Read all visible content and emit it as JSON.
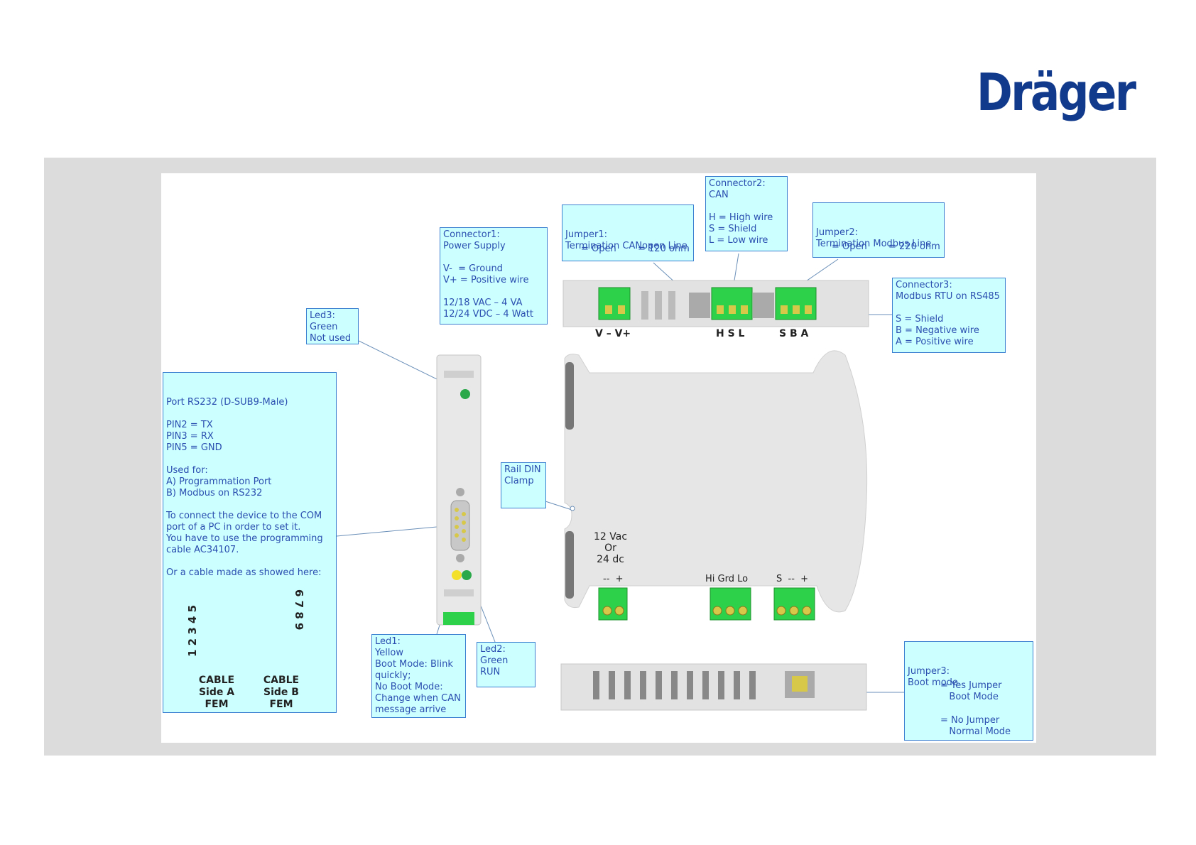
{
  "logo": "Dräger",
  "connector1": "Connector1:\nPower Supply\n\nV-  = Ground\nV+ = Positive wire\n\n12/18 VAC – 4 VA\n12/24 VDC – 4 Watt",
  "jumper1": {
    "title": "Jumper1:\nTermination CANopen Line",
    "open": "= Open",
    "ohm": "= 120 ohm"
  },
  "connector2": "Connector2:\nCAN\n\nH = High wire\nS = Shield\nL = Low wire",
  "jumper2": {
    "title": "Jumper2:\nTermination Modbus Line",
    "open": "= Open",
    "ohm": "= 220 ohm"
  },
  "connector3": "Connector3:\nModbus RTU on RS485\n\nS = Shield\nB = Negative wire\nA = Positive wire",
  "led3": "Led3:\nGreen\nNot used",
  "rs232": "Port RS232 (D-SUB9-Male)\n\nPIN2 = TX\nPIN3 = RX\nPIN5 = GND\n\nUsed for:\nA) Programmation Port\nB) Modbus on RS232\n\nTo connect the device to the COM\nport of a PC in order to set it.\nYou have to use the programming\ncable AC34107.\n\nOr a cable made as showed here:",
  "rail": "Rail DIN\nClamp",
  "led1": "Led1:\nYellow\nBoot Mode: Blink\nquickly;\nNo Boot Mode:\nChange when CAN\nmessage arrive",
  "led2": "Led2:\nGreen\nRUN",
  "jumper3": {
    "title": "Jumper3:\nBoot mode",
    "yes": "= Yes Jumper\n   Boot Mode",
    "no": "= No Jumper\n   Normal Mode"
  },
  "top_pins": {
    "power": "V – V+",
    "can": "H  S  L",
    "modbus": "S  B  A"
  },
  "supply": "12 Vac\nOr\n24 dc",
  "bottom_pins": {
    "supply": "--  +",
    "can": "Hi Grd Lo",
    "modbus": "S  --  +"
  },
  "cable": {
    "left_nums": "1 2 3 4 5",
    "right_nums": "6 7 8 9",
    "a": "CABLE\nSide A\nFEM",
    "b": "CABLE\nSide B\nFEM"
  }
}
